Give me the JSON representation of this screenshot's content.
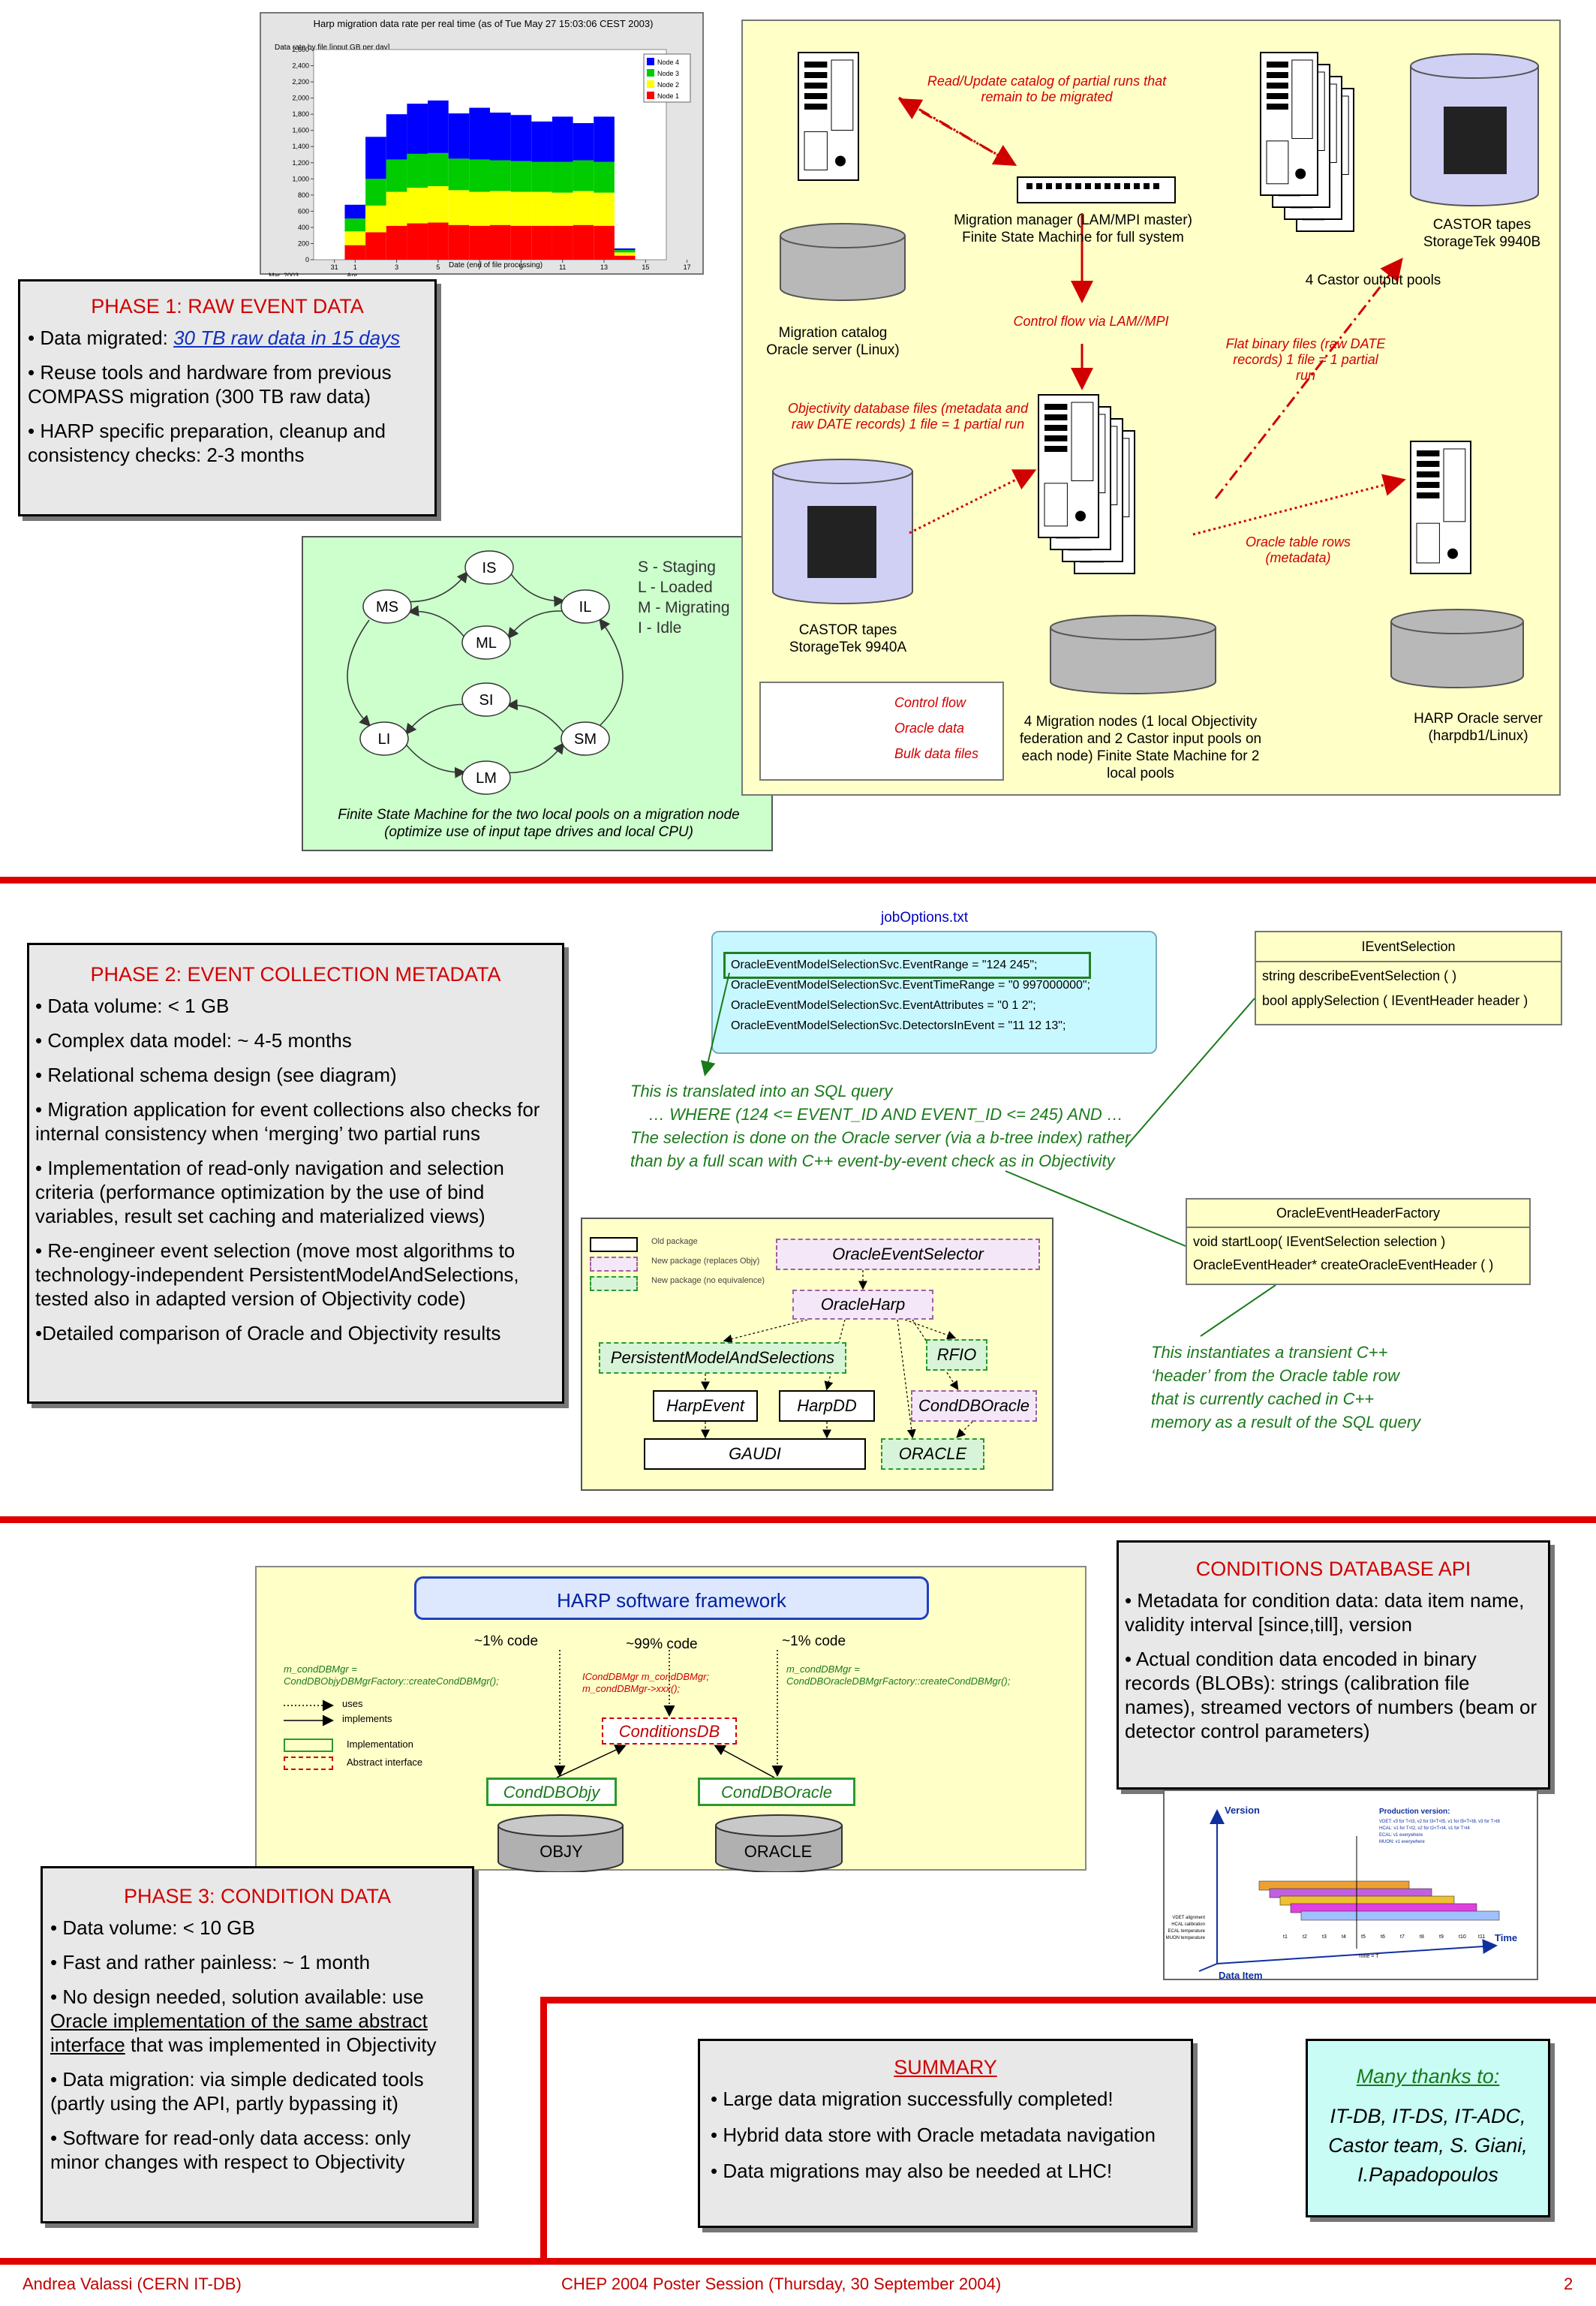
{
  "phase1": {
    "title": "PHASE 1: RAW EVENT  DATA",
    "b1_prefix": "Data migrated: ",
    "b1_link": "30 TB raw data in 15 days",
    "b2": "Reuse tools and hardware from previous COMPASS migration (300 TB raw data)",
    "b3": "HARP specific preparation, cleanup and consistency checks: 2-3 months"
  },
  "rate_chart": {
    "title": "Harp migration data rate per real time (as of Tue May 27 15:03:06 CEST 2003)",
    "ylabel": "Data rate by file [input GB per day]",
    "xlabel": "Date (end of file processing)",
    "x_ticks": [
      "31",
      "1",
      "3",
      "5",
      "7",
      "9",
      "11",
      "13",
      "15",
      "17"
    ],
    "x_sub": [
      "Mar, 2003",
      "Apr"
    ],
    "y_ticks": [
      "0",
      "200",
      "400",
      "600",
      "800",
      "1,000",
      "1,200",
      "1,400",
      "1,600",
      "1,800",
      "2,000",
      "2,200",
      "2,400",
      "2,600"
    ],
    "legend": [
      "Node 4",
      "Node 3",
      "Node 2",
      "Node 1"
    ],
    "colors": {
      "Node 4": "#0000ff",
      "Node 3": "#00cc00",
      "Node 2": "#ffff00",
      "Node 1": "#ff0000"
    }
  },
  "chart_data": {
    "type": "bar",
    "title": "Harp migration data rate per real time (as of Tue May 27 15:03:06 CEST 2003)",
    "xlabel": "Date (end of file processing)",
    "ylabel": "Data rate by file [input GB per day]",
    "ylim": [
      0,
      2600
    ],
    "x": [
      "Mar 31",
      "Apr 1",
      "Apr 2",
      "Apr 3",
      "Apr 4",
      "Apr 5",
      "Apr 6",
      "Apr 7",
      "Apr 8",
      "Apr 9",
      "Apr 10",
      "Apr 11",
      "Apr 12",
      "Apr 13",
      "Apr 14"
    ],
    "series": [
      {
        "name": "Node 1",
        "values": [
          0,
          180,
          340,
          420,
          450,
          460,
          430,
          420,
          430,
          420,
          420,
          420,
          430,
          420,
          50
        ]
      },
      {
        "name": "Node 2",
        "values": [
          0,
          170,
          330,
          420,
          440,
          450,
          430,
          420,
          420,
          420,
          420,
          410,
          420,
          410,
          40
        ]
      },
      {
        "name": "Node 3",
        "values": [
          0,
          160,
          330,
          400,
          420,
          410,
          390,
          400,
          380,
          380,
          370,
          380,
          380,
          380,
          30
        ]
      },
      {
        "name": "Node 4",
        "values": [
          0,
          170,
          520,
          560,
          620,
          650,
          560,
          640,
          590,
          570,
          500,
          560,
          460,
          560,
          20
        ]
      }
    ],
    "legend": "top-right",
    "grid": false
  },
  "arch": {
    "read_update": "Read/Update catalog of partial runs that remain to be migrated",
    "manager": "Migration manager (LAM/MPI master) Finite State Machine for full system",
    "catalog": "Migration catalog Oracle server (Linux)",
    "castor_b": "CASTOR tapes StorageTek 9940B",
    "output_pools": "4 Castor output pools",
    "control_via": "Control flow via LAM//MPI",
    "flat_binary": "Flat binary files (raw DATE records) 1 file = 1 partial run",
    "objy_files": "Objectivity database files (metadata and raw DATE records) 1 file = 1 partial run",
    "castor_a": "CASTOR tapes StorageTek 9940A",
    "oracle_rows": "Oracle table rows (metadata)",
    "harp_server": "HARP Oracle server (harpdb1/Linux)",
    "mig_nodes": "4 Migration nodes (1 local Objectivity federation and 2 Castor input pools on each node) Finite State Machine for 2 local pools",
    "legend": [
      "Control flow",
      "Oracle data",
      "Bulk data files"
    ]
  },
  "fsm": {
    "states": [
      "IS",
      "MS",
      "IL",
      "ML",
      "SI",
      "LI",
      "SM",
      "LM"
    ],
    "legend": [
      "S - Staging",
      "L - Loaded",
      "M - Migrating",
      "I - Idle"
    ],
    "caption": "Finite State Machine for the two local pools on a migration node (optimize use of input tape drives and local CPU)"
  },
  "phase2": {
    "title": "PHASE 2: EVENT COLLECTION METADATA",
    "bullets": [
      "• Data volume: < 1 GB",
      "• Complex data model: ~ 4-5  months",
      "• Relational schema design (see diagram)",
      "• Migration application for event collections also checks for internal consistency when ‘merging’ two partial runs",
      "• Implementation of read-only navigation and selection criteria (performance optimization by the use of bind variables, result set caching and materialized views)",
      "• Re-engineer event selection (move most algorithms to technology-independent PersistentModelAndSelections, tested also in adapted version of Objectivity code)",
      "•Detailed comparison of Oracle and Objectivity results"
    ]
  },
  "joboptions": {
    "title": "jobOptions.txt",
    "lines": [
      "OracleEventModelSelectionSvc.EventRange = \"124 245\";",
      "OracleEventModelSelectionSvc.EventTimeRange = \"0 997000000\";",
      "OracleEventModelSelectionSvc.EventAttributes = \"0 1 2\";",
      "OracleEventModelSelectionSvc.DetectorsInEvent = \"11 12 13\";"
    ]
  },
  "ieventselection": {
    "name": "IEventSelection",
    "methods": [
      "string describeEventSelection ( )",
      "bool applySelection ( IEventHeader header )"
    ]
  },
  "sql_note": [
    "This is translated into an SQL query",
    "… WHERE (124 <= EVENT_ID AND EVENT_ID <= 245) AND …",
    "The selection is done on the Oracle server (via a b-tree index) rather",
    "than by a full scan with C++ event-by-event check as in Objectivity"
  ],
  "headerfactory": {
    "name": "OracleEventHeaderFactory",
    "methods": [
      "void startLoop( IEventSelection selection )",
      "OracleEventHeader* createOracleEventHeader ( )"
    ]
  },
  "transient_note": [
    "This instantiates a transient C++",
    "‘header’ from the Oracle table row",
    "that is currently cached in C++",
    "memory as a result of the SQL query"
  ],
  "pkg_diagram": {
    "legend": [
      "Old package",
      "New package (replaces Objy)",
      "New package (no equivalence)"
    ],
    "selector": "OracleEventSelector",
    "harp": "OracleHarp",
    "pms": "PersistentModelAndSelections",
    "rfio": "RFIO",
    "harpevent": "HarpEvent",
    "harpdd": "HarpDD",
    "conddboracle": "CondDBOracle",
    "gaudi": "GAUDI",
    "oracle": "ORACLE"
  },
  "harp_framework": {
    "title": "HARP software framework",
    "code_left": "~1% code",
    "code_mid": "~99% code",
    "code_right": "~1% code",
    "left_code": [
      "m_condDBMgr =",
      "CondDBObjyDBMgrFactory::createCondDBMgr();"
    ],
    "mid_code": [
      "ICondDBMgr m_condDBMgr;",
      "m_condDBMgr->xxx();"
    ],
    "right_code": [
      "m_condDBMgr =",
      "CondDBOracleDBMgrFactory::createCondDBMgr();"
    ],
    "legend": [
      "uses",
      "implements",
      "Implementation",
      "Abstract interface"
    ],
    "conditionsdb": "ConditionsDB",
    "objy_impl": "CondDBObjy",
    "oracle_impl": "CondDBOracle",
    "db_objy": "OBJY",
    "db_oracle": "ORACLE"
  },
  "conditions_api": {
    "title": "CONDITIONS DATABASE API",
    "b1": "• Metadata for condition data: data item name, validity interval [since,till], version",
    "b2": "• Actual condition data encoded in binary records (BLOBs): strings (calibration file names), streamed vectors of numbers (beam or detector control parameters)"
  },
  "version_plot": {
    "version": "Version",
    "prod_title": "Production version:",
    "prod_lines": [
      "VDET: v3 for T<t3, v2 for t3<T<t5, v1 for t5<T<t8, v3 for T>t8",
      "HCAL: v1 for T<t2, v2 for t2<T<t4, v1 for T>t4",
      "ECAL: v1 everywhere",
      "MUON: v1 everywhere"
    ],
    "time": "Time",
    "data_item": "Data Item",
    "time_eq": "Time = T",
    "ticks": [
      "t1",
      "t2",
      "t3",
      "t4",
      "t5",
      "t6",
      "t7",
      "t8",
      "t9",
      "t10",
      "t11"
    ],
    "side_labels": [
      "VDET alignment",
      "HCAL calibration",
      "ECAL temperature",
      "MUON temperature"
    ]
  },
  "phase3": {
    "title": "PHASE 3: CONDITION DATA",
    "b1": "Data volume: < 10 GB",
    "b2": "Fast and rather painless: ~ 1 month",
    "b3_pre": "No design needed, solution available: use ",
    "b3_ul": "Oracle implementation of the same abstract interface",
    "b3_post": " that was implemented in Objectivity",
    "b4": "Data migration: via simple dedicated tools (partly using the API, partly bypassing it)",
    "b5": "Software for read-only data access: only minor changes with respect to Objectivity"
  },
  "summary": {
    "title": "SUMMARY",
    "bullets": [
      "• Large data migration successfully completed!",
      "• Hybrid data store with Oracle metadata navigation",
      "• Data migrations may also be needed at LHC!"
    ]
  },
  "thanks": {
    "title": "Many thanks to:",
    "lines": [
      "IT-DB, IT-DS, IT-ADC,",
      "Castor team, S. Giani,",
      "I.Papadopoulos"
    ]
  },
  "footer": {
    "author": "Andrea Valassi (CERN IT-DB)",
    "event": "CHEP 2004 Poster Session (Thursday, 30 September 2004)",
    "page": "2"
  }
}
